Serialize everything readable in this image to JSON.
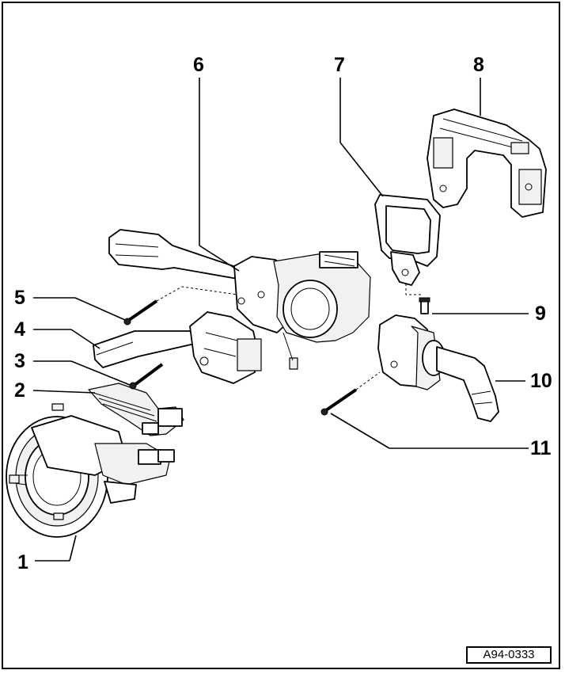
{
  "figure_ref": "A94-0333",
  "callouts": [
    {
      "id": "1",
      "label": "1"
    },
    {
      "id": "2",
      "label": "2"
    },
    {
      "id": "3",
      "label": "3"
    },
    {
      "id": "4",
      "label": "4"
    },
    {
      "id": "5",
      "label": "5"
    },
    {
      "id": "6",
      "label": "6"
    },
    {
      "id": "7",
      "label": "7"
    },
    {
      "id": "8",
      "label": "8"
    },
    {
      "id": "9",
      "label": "9"
    },
    {
      "id": "10",
      "label": "10"
    },
    {
      "id": "11",
      "label": "11"
    }
  ]
}
